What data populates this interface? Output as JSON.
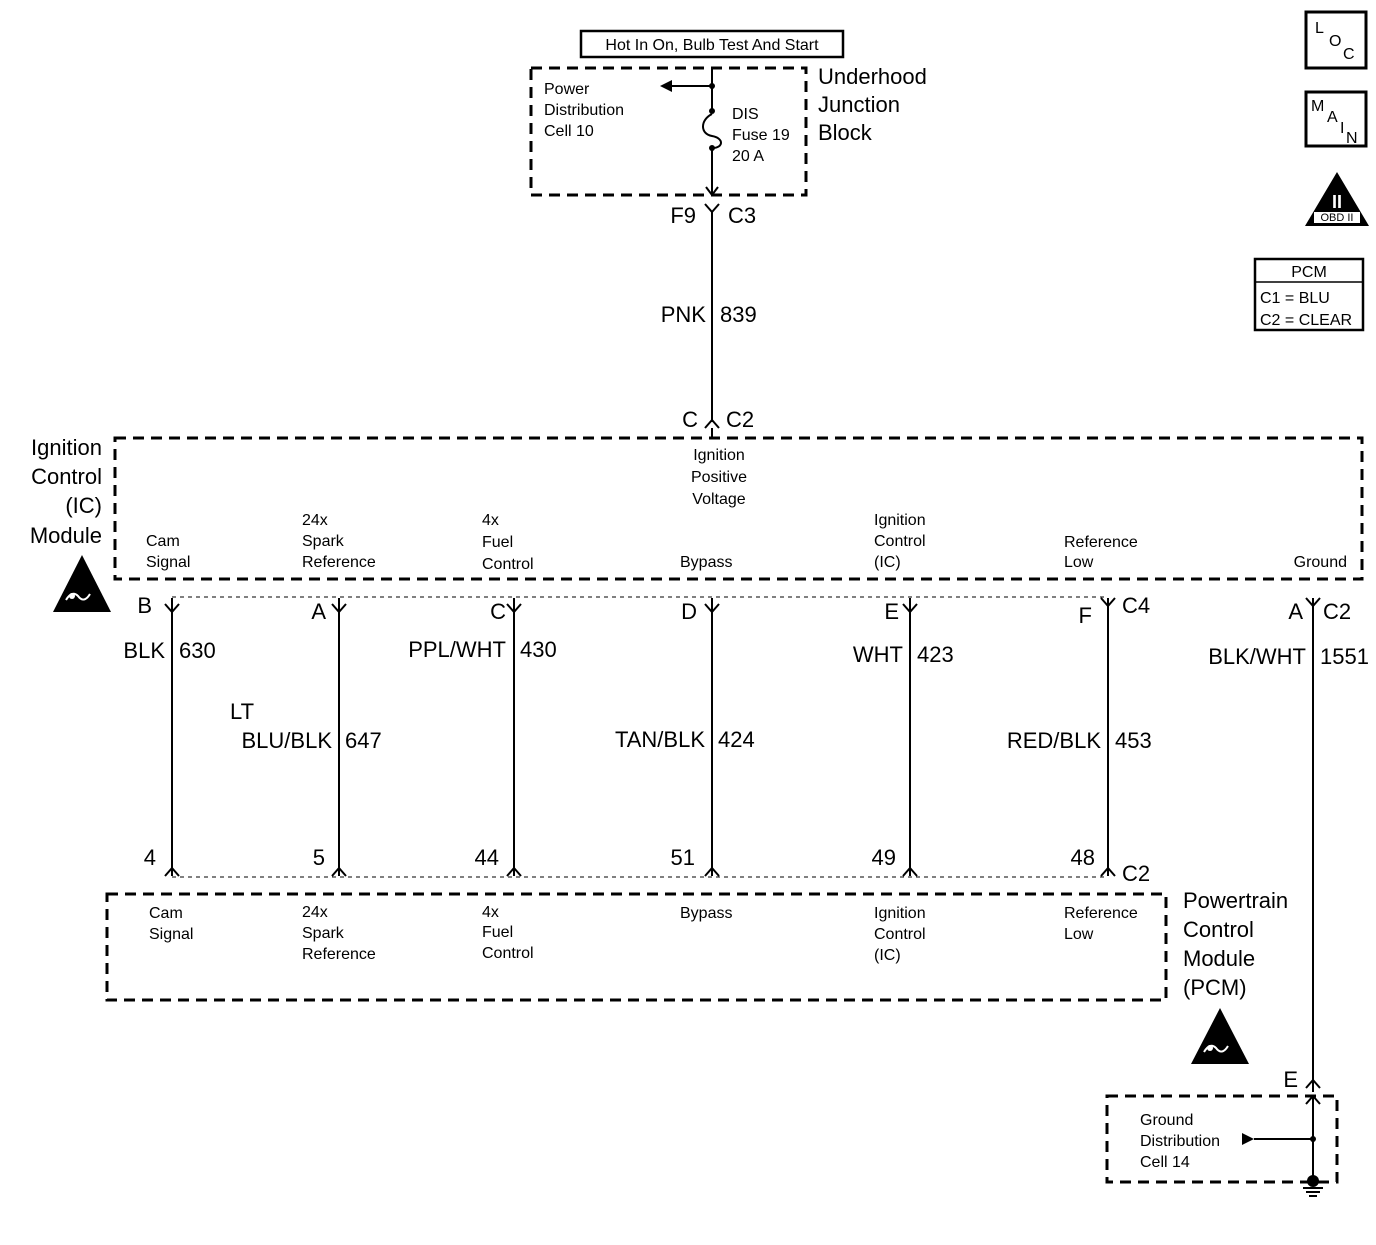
{
  "header": {
    "circuit_title": "Hot In On, Bulb Test And Start"
  },
  "icons": {
    "loc": {
      "letters": [
        "L",
        "O",
        "C"
      ]
    },
    "main": {
      "letters": [
        "M",
        "A",
        "I",
        "N"
      ]
    },
    "obd": {
      "roman": "II",
      "label": "OBD II"
    }
  },
  "pcm_legend": {
    "title": "PCM",
    "c1": "C1 = BLU",
    "c2": "C2 = CLEAR"
  },
  "junction_block": {
    "name_lines": [
      "Underhood",
      "Junction",
      "Block"
    ],
    "power_dist_lines": [
      "Power",
      "Distribution",
      "Cell 10"
    ],
    "fuse_lines": [
      "DIS",
      "Fuse 19",
      "20 A"
    ],
    "terminal": "F9",
    "connector": "C3"
  },
  "feed_wire": {
    "color": "PNK",
    "circuit": "839"
  },
  "ic_module": {
    "name_lines": [
      "Ignition",
      "Control",
      "(IC)",
      "Module"
    ],
    "feed_terminal": "C",
    "feed_connector": "C2",
    "supply_lines": [
      "Ignition",
      "Positive",
      "Voltage"
    ],
    "pins": [
      {
        "lines": [
          "Cam",
          "Signal"
        ]
      },
      {
        "lines": [
          "24x",
          "Spark",
          "Reference"
        ]
      },
      {
        "lines": [
          "4x",
          "Fuel",
          "Control"
        ]
      },
      {
        "lines": [
          "Bypass"
        ]
      },
      {
        "lines": [
          "Ignition",
          "Control",
          "(IC)"
        ]
      },
      {
        "lines": [
          "Reference",
          "Low"
        ]
      },
      {
        "lines": [
          "Ground"
        ]
      }
    ],
    "connector": "C4"
  },
  "wires": [
    {
      "ic_terminal": "B",
      "color": "BLK",
      "circuit": "630",
      "pcm_terminal": "4"
    },
    {
      "ic_terminal": "A",
      "color_lines": [
        "LT",
        "BLU/BLK"
      ],
      "circuit": "647",
      "pcm_terminal": "5"
    },
    {
      "ic_terminal": "C",
      "color": "PPL/WHT",
      "circuit": "430",
      "pcm_terminal": "44"
    },
    {
      "ic_terminal": "D",
      "color": "TAN/BLK",
      "circuit": "424",
      "pcm_terminal": "51"
    },
    {
      "ic_terminal": "E",
      "color": "WHT",
      "circuit": "423",
      "pcm_terminal": "49"
    },
    {
      "ic_terminal": "F",
      "color": "RED/BLK",
      "circuit": "453",
      "pcm_terminal": "48"
    }
  ],
  "ground_wire": {
    "ic_terminal": "A",
    "ic_connector": "C2",
    "color": "BLK/WHT",
    "circuit": "1551",
    "ground_terminal": "E"
  },
  "pcm": {
    "name_lines": [
      "Powertrain",
      "Control",
      "Module",
      "(PCM)"
    ],
    "connector": "C2",
    "pins": [
      {
        "lines": [
          "Cam",
          "Signal"
        ]
      },
      {
        "lines": [
          "24x",
          "Spark",
          "Reference"
        ]
      },
      {
        "lines": [
          "4x",
          "Fuel",
          "Control"
        ]
      },
      {
        "lines": [
          "Bypass"
        ]
      },
      {
        "lines": [
          "Ignition",
          "Control",
          "(IC)"
        ]
      },
      {
        "lines": [
          "Reference",
          "Low"
        ]
      }
    ]
  },
  "ground_dist": {
    "lines": [
      "Ground",
      "Distribution",
      "Cell 14"
    ]
  }
}
